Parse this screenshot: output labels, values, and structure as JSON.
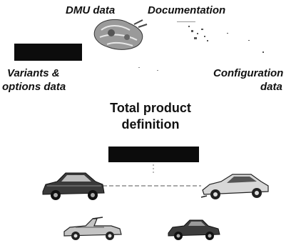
{
  "diagram": {
    "labels": {
      "dmu": "DMU data",
      "documentation": "Documentation",
      "variants_line1": "Variants &",
      "variants_line2": "options data",
      "configuration_line1": "Configuration",
      "configuration_line2": "data",
      "center_line1": "Total product",
      "center_line2": "definition"
    },
    "icons": [
      "dmu-model-icon",
      "documentation-icon",
      "car-sedan-icon",
      "car-coupe-icon",
      "car-convertible-icon",
      "car-roadster-icon"
    ],
    "colors": {
      "bar": "#0c0c0c",
      "text": "#111111"
    }
  }
}
